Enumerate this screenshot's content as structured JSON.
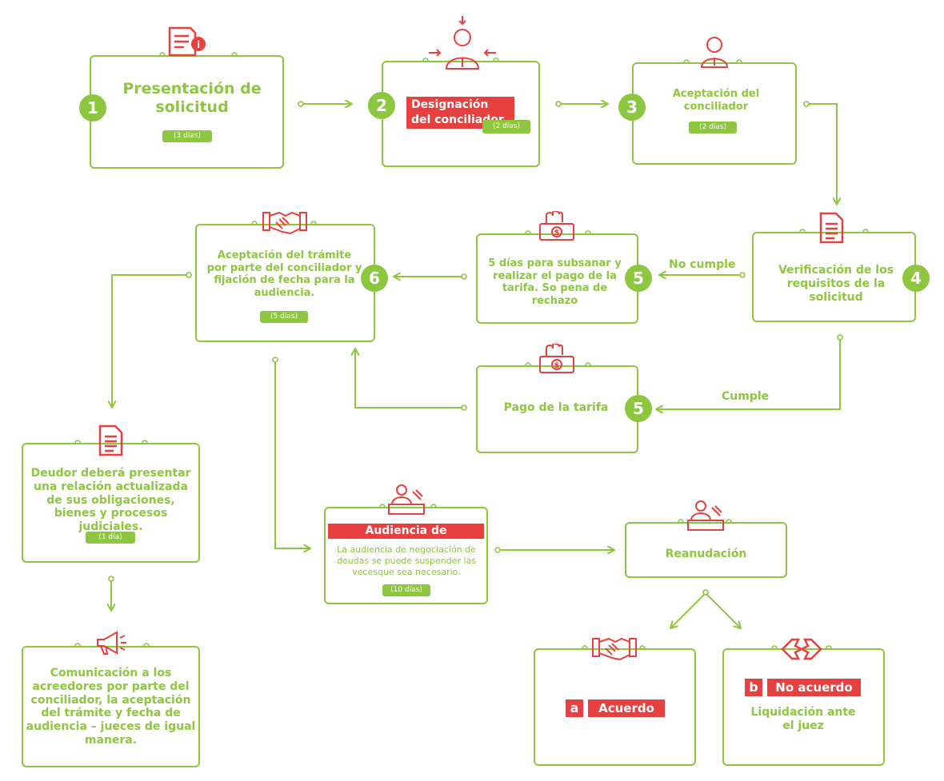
{
  "steps": {
    "s1": {
      "num": "1",
      "title": "Presentación de solicitud",
      "badge": "(3 días)"
    },
    "s2": {
      "num": "2",
      "title": "Designación del conciliador",
      "badge": "(2 días)"
    },
    "s3": {
      "num": "3",
      "title": "Aceptación del conciliador",
      "badge": "(2 días)"
    },
    "s4": {
      "num": "4",
      "title": "Verificación de los requisitos de la solicitud"
    },
    "s5a": {
      "num": "5",
      "title": "5 días para subsanar y realizar el pago de la tarifa. So pena de rechazo"
    },
    "s5b": {
      "num": "5",
      "title": "Pago de la tarifa"
    },
    "s6": {
      "num": "6",
      "title": "Aceptación del trámite por parte del conciliador y fijación de fecha para la audiencia.",
      "badge": "(5 días)"
    },
    "deudor": {
      "title": "Deudor deberá presentar una relación actualizada de sus obligaciones, bienes y procesos judiciales.",
      "badge": "(1 día)"
    },
    "comunicacion": {
      "title": "Comunicación a los acreedores por parte del conciliador, la aceptación del trámite y fecha de audiencia – jueces de igual manera."
    },
    "audiencia": {
      "title": "Audiencia de negociación",
      "desc": "La audiencia de negociación de deudas se puede suspender las vecesque sea necesario.",
      "badge": "(10 días)"
    },
    "reanudacion": {
      "title": "Reanudación"
    },
    "acuerdo": {
      "letter": "a",
      "title": "Acuerdo"
    },
    "noacuerdo": {
      "letter": "b",
      "title": "No acuerdo",
      "desc": "Liquidación ante el juez"
    }
  },
  "labels": {
    "no_cumple": "No cumple",
    "cumple": "Cumple"
  },
  "colors": {
    "green": "#8dc63f",
    "red": "#e8403f"
  },
  "icons": [
    "document-info-icon",
    "person-arrows-icon",
    "person-icon",
    "document-icon",
    "money-hand-icon",
    "handshake-icon",
    "megaphone-icon",
    "judge-icon",
    "broken-handshake-icon"
  ]
}
